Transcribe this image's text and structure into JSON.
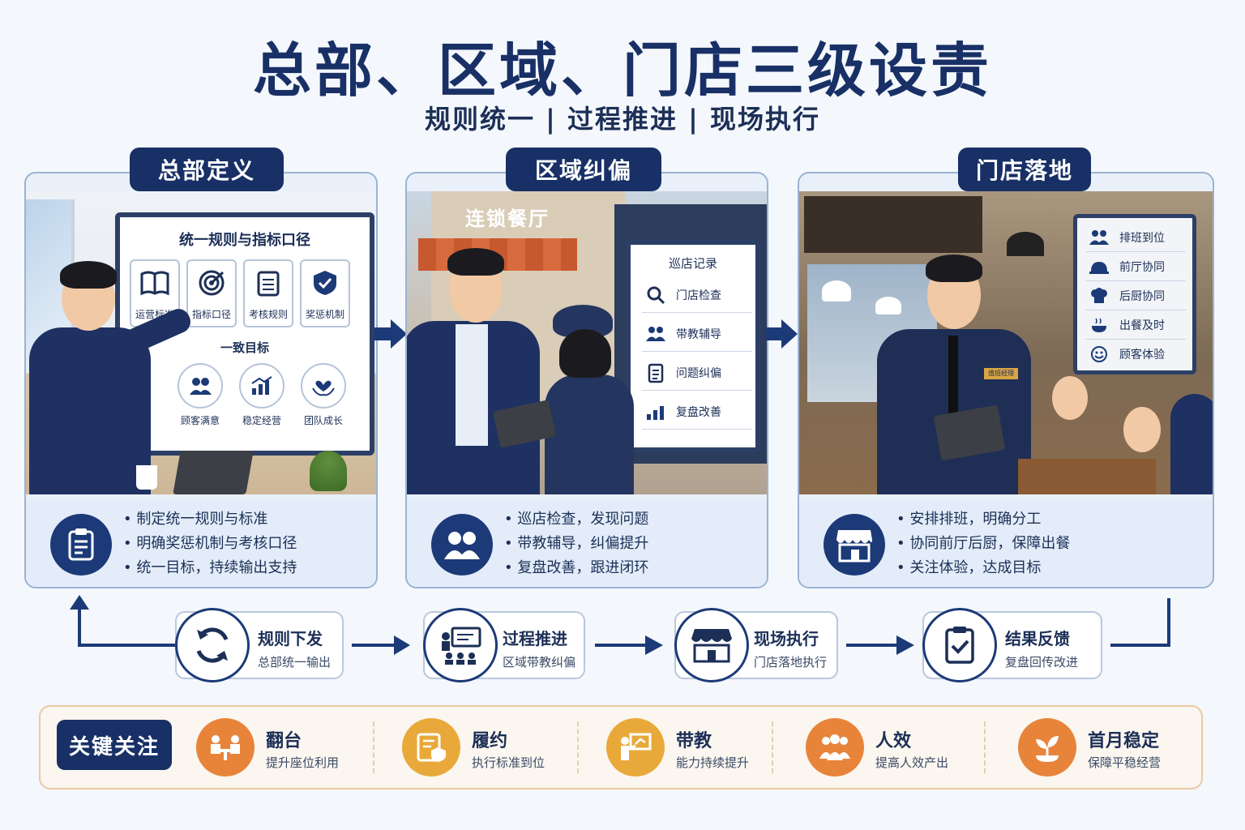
{
  "title": "总部、区域、门店三级设责",
  "subtitle": "规则统一 | 过程推进 | 现场执行",
  "panels": [
    {
      "tag": "总部定义",
      "board_title": "统一规则与指标口径",
      "tiles": [
        "运营标准",
        "指标口径",
        "考核规则",
        "奖惩机制"
      ],
      "goal_title": "一致目标",
      "goals": [
        "顾客满意",
        "稳定经营",
        "团队成长"
      ],
      "bullets": [
        "制定统一规则与标准",
        "明确奖惩机制与考核口径",
        "统一目标，持续输出支持"
      ]
    },
    {
      "tag": "区域纠偏",
      "store_sign": "连锁餐厅",
      "board_title": "巡店记录",
      "rows": [
        "门店检查",
        "带教辅导",
        "问题纠偏",
        "复盘改善"
      ],
      "bullets": [
        "巡店检查，发现问题",
        "带教辅导，纠偏提升",
        "复盘改善，跟进闭环"
      ]
    },
    {
      "tag": "门店落地",
      "badge": "值班经理",
      "rows": [
        "排班到位",
        "前厅协同",
        "后厨协同",
        "出餐及时",
        "顾客体验"
      ],
      "bullets": [
        "安排排班，明确分工",
        "协同前厅后厨，保障出餐",
        "关注体验，达成目标"
      ]
    }
  ],
  "flow": [
    {
      "title": "规则下发",
      "sub": "总部统一输出",
      "icon": "refresh-icon"
    },
    {
      "title": "过程推进",
      "sub": "区域带教纠偏",
      "icon": "training-icon"
    },
    {
      "title": "现场执行",
      "sub": "门店落地执行",
      "icon": "store-icon"
    },
    {
      "title": "结果反馈",
      "sub": "复盘回传改进",
      "icon": "checklist-icon"
    }
  ],
  "focus": {
    "tag": "关键关注",
    "items": [
      {
        "title": "翻台",
        "sub": "提升座位利用",
        "color": "#e8843a"
      },
      {
        "title": "履约",
        "sub": "执行标准到位",
        "color": "#e9a93a"
      },
      {
        "title": "带教",
        "sub": "能力持续提升",
        "color": "#e9a93a"
      },
      {
        "title": "人效",
        "sub": "提高人效产出",
        "color": "#e8843a"
      },
      {
        "title": "首月稳定",
        "sub": "保障平稳经营",
        "color": "#e8843a"
      }
    ]
  }
}
